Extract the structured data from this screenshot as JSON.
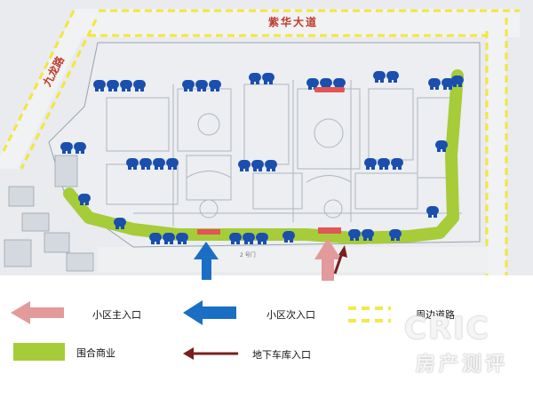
{
  "roads": {
    "top": "紫华大道",
    "left": "九龙路"
  },
  "map_small_label": "2 号门",
  "legend": {
    "main_entrance": "小区主入口",
    "secondary_entrance": "小区次入口",
    "perimeter_road": "周边道路",
    "commercial": "围合商业",
    "garage_entrance": "地下车库入口"
  },
  "watermark": {
    "line1": "CRIC",
    "line2": "房产测评"
  },
  "colors": {
    "main_entrance": "#e39a9a",
    "secondary_entrance": "#1a6fc4",
    "commercial": "#a6cc3a",
    "garage_entrance": "#7a1f1f",
    "road": "#f2e94a",
    "building": "#1a4fae"
  }
}
